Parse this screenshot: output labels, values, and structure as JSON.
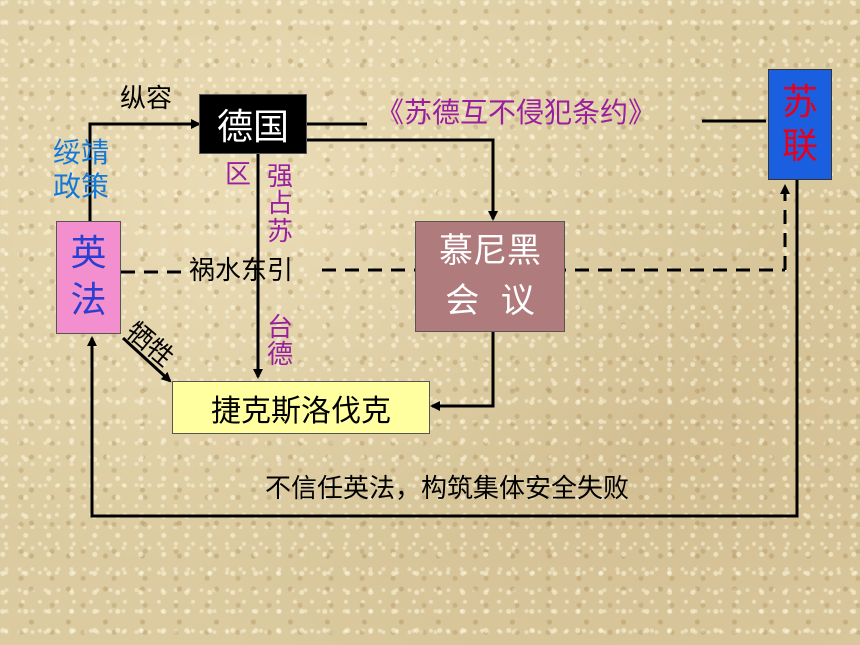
{
  "nodes": {
    "germany": "德国",
    "ussr": [
      "苏",
      "联"
    ],
    "uk_france": [
      "英",
      "法"
    ],
    "munich": "慕尼黑\n会  议",
    "czech": "捷克斯洛伐克"
  },
  "labels": {
    "connive": "纵容",
    "appeasement": [
      "绥靖",
      "政策"
    ],
    "pact": "《苏德互不侵犯条约》",
    "divert": "祸水东引",
    "region": "区",
    "seize": [
      "强",
      "占",
      "苏",
      "",
      "",
      "",
      "台",
      "德"
    ],
    "sacrifice": "牺牲",
    "distrust": "不信任英法，构筑集体安全失败"
  },
  "colors": {
    "germany_bg": "#000000",
    "ussr_bg": "#1a5fe0",
    "ussr_text": "#e6001e",
    "uk_france_bg": "#f38fcf",
    "uk_france_text": "#2a3fd0",
    "munich_bg": "#b07b7d",
    "czech_bg": "#ffffa0",
    "purple_text": "#9a1ea0",
    "blue_text": "#1478d8"
  }
}
